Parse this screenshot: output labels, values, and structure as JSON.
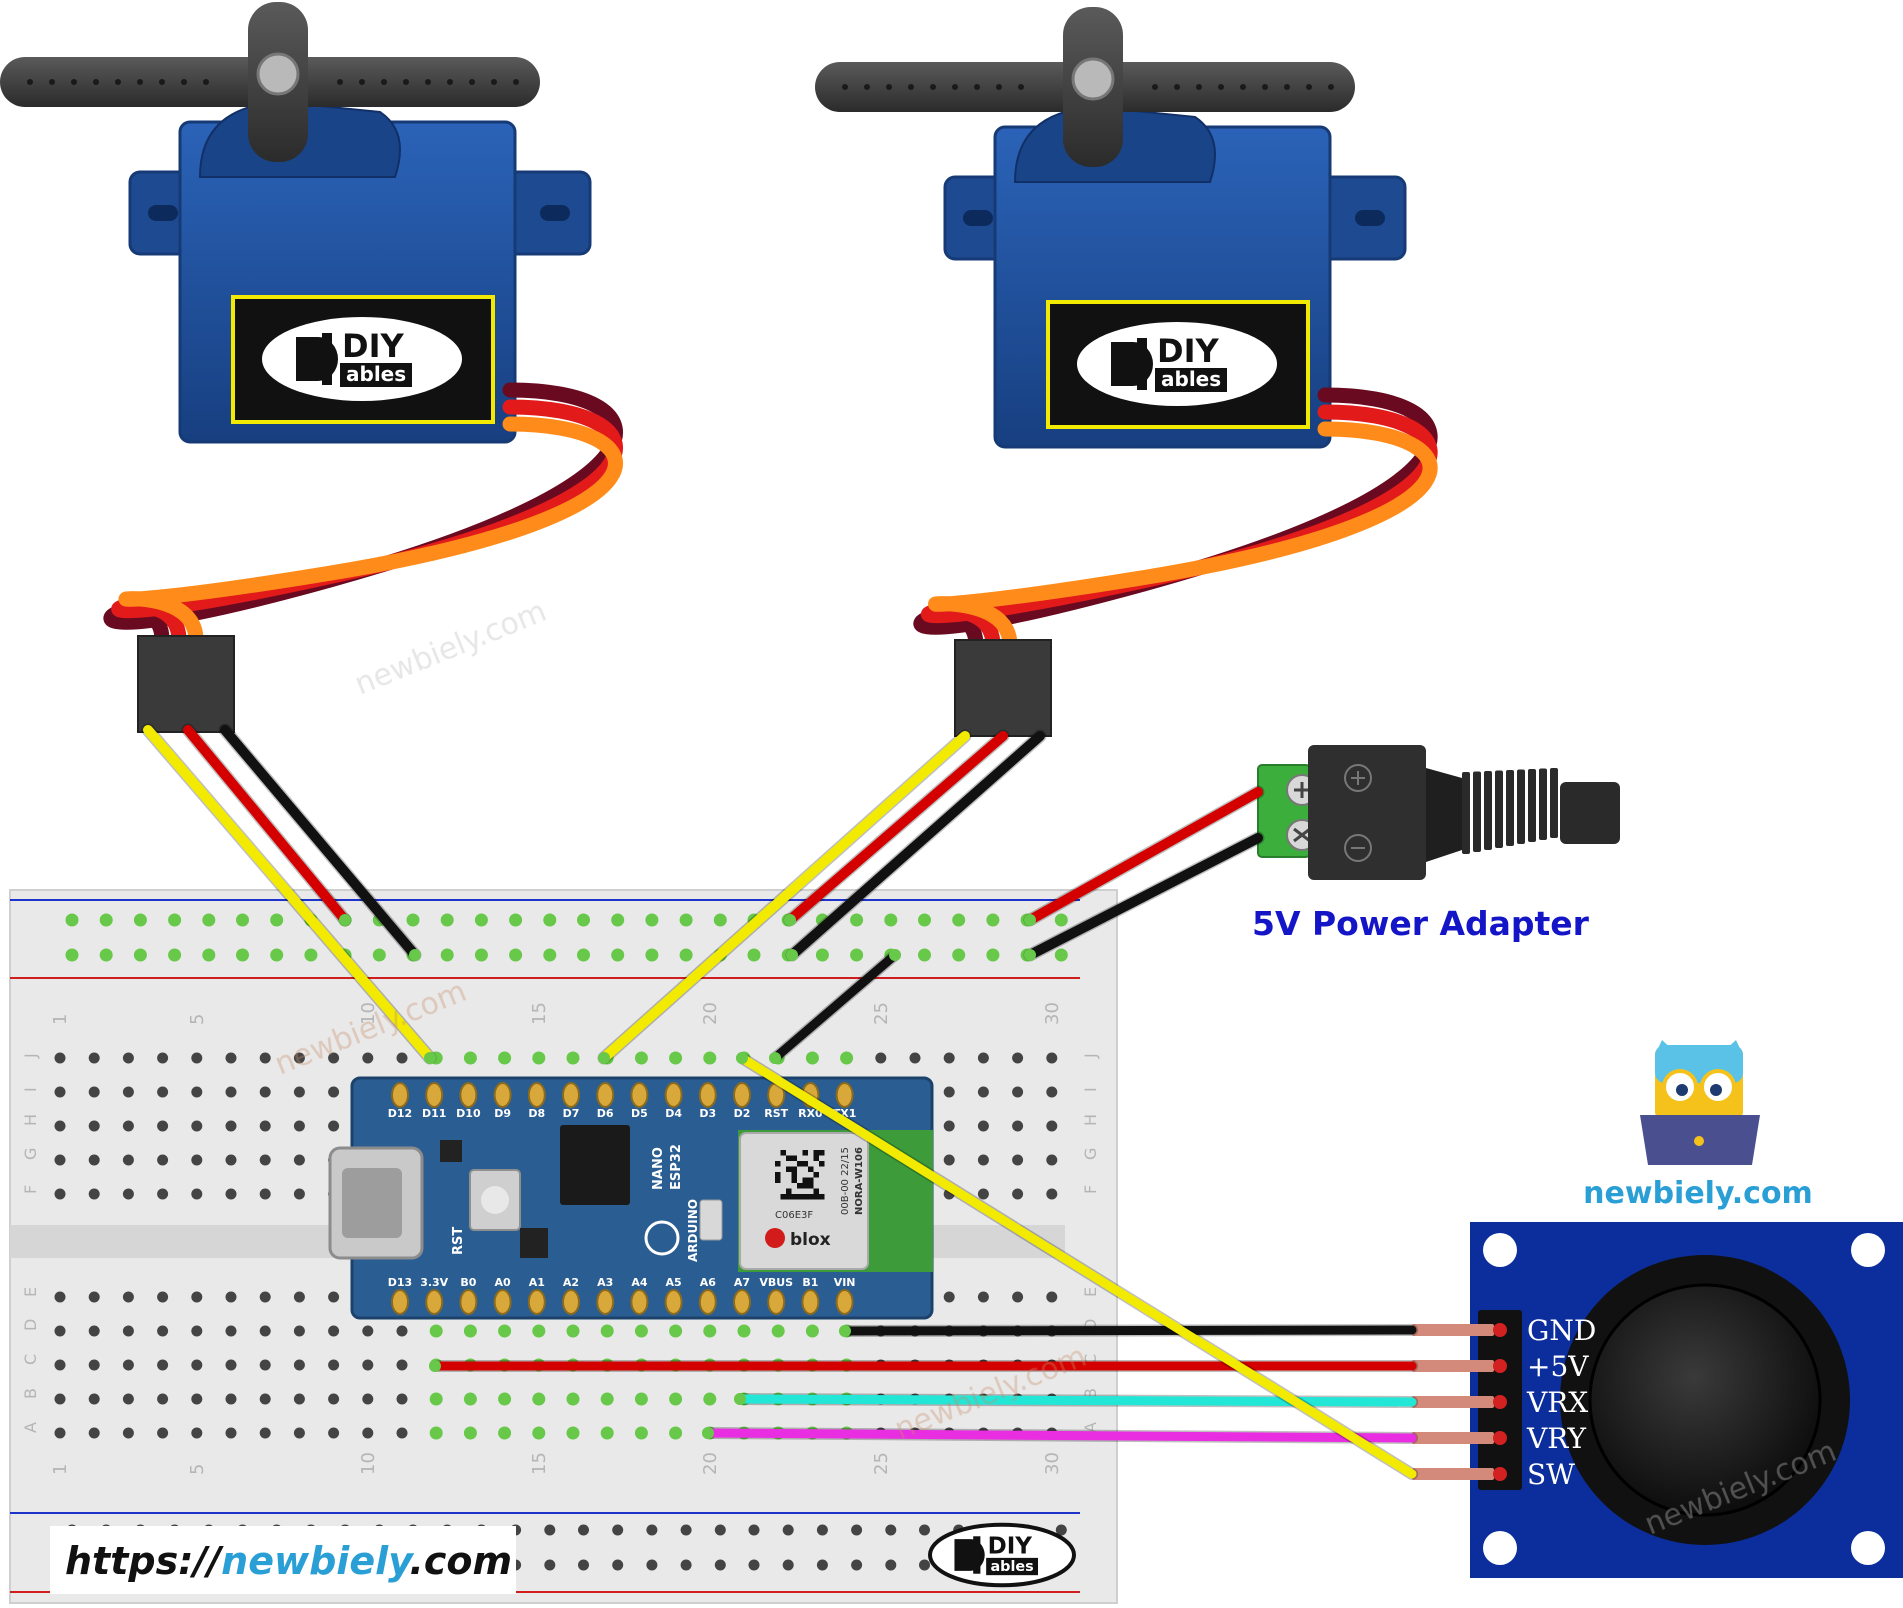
{
  "brand": {
    "logo_word_top": "DIY",
    "logo_word_bottom": "ables",
    "site": "newbiely.com",
    "url_prefix": "https://",
    "url_name": "newbiely",
    "url_suffix": ".com",
    "watermark": "newbiely.com"
  },
  "power_adapter": {
    "label": "5V Power Adapter"
  },
  "board": {
    "name_line1": "NANO",
    "name_line2": "ESP32",
    "maker": "ARDUINO",
    "module_brand": "blox",
    "module_code": "C06E3F",
    "module_line1": "00B-00 22/15",
    "module_line2": "NORA-W106",
    "rst_label": "RST",
    "top_pins": [
      "D12",
      "D11",
      "D10",
      "D9",
      "D8",
      "D7",
      "D6",
      "D5",
      "D4",
      "D3",
      "D2",
      "RST",
      "RX0",
      "TX1"
    ],
    "bottom_pins": [
      "D13",
      "3.3V",
      "B0",
      "A0",
      "A1",
      "A2",
      "A3",
      "A4",
      "A5",
      "A6",
      "A7",
      "VBUS",
      "B1",
      "VIN"
    ]
  },
  "joystick": {
    "pins": [
      "GND",
      "+5V",
      "VRX",
      "VRY",
      "SW"
    ]
  },
  "breadboard": {
    "column_numbers": [
      "1",
      "5",
      "10",
      "15",
      "20",
      "25",
      "30"
    ],
    "upper_rows": [
      "J",
      "I",
      "H",
      "G",
      "F"
    ],
    "lower_rows": [
      "E",
      "D",
      "C",
      "B",
      "A"
    ]
  },
  "colors": {
    "servo_blue": "#1f4f9a",
    "wire_red": "#d40000",
    "wire_black": "#111111",
    "wire_yellow": "#f2ea00",
    "wire_cyan": "#22e6d6",
    "wire_magenta": "#e82ee0",
    "label_blue": "#1515c8",
    "site_blue": "#2a9fd6",
    "joystick_blue": "#0b2e9c",
    "board_blue": "#2a5d92"
  }
}
